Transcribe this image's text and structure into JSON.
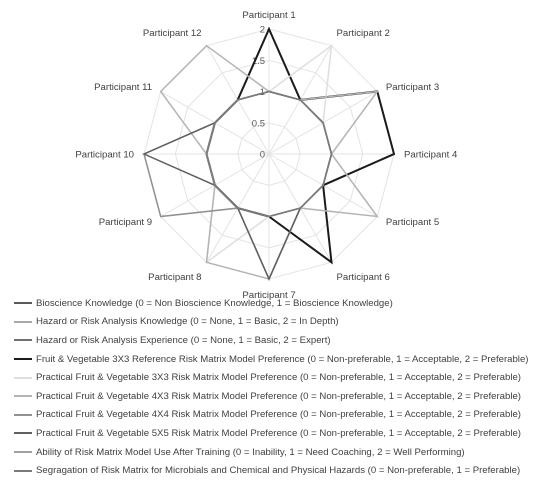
{
  "chart_data": {
    "type": "radar",
    "categories": [
      "Participant 1",
      "Participant 2",
      "Participant 3",
      "Participant 4",
      "Participant 5",
      "Participant 6",
      "Participant 7",
      "Participant 8",
      "Participant 9",
      "Participant 10",
      "Participant 11",
      "Participant 12"
    ],
    "rlim": [
      0,
      2
    ],
    "ticks": [
      "0",
      "0.5",
      "1",
      "1.5",
      "2"
    ],
    "grid": true,
    "legend_position": "bottom",
    "series": [
      {
        "name": "Bioscience Knowledge (0 = Non Bioscience Knowledge, 1 = Bioscience Knowledge)",
        "color": "#5a5a5a",
        "width": 1.5,
        "values": [
          1,
          1,
          1,
          1,
          1,
          1,
          1,
          1,
          1,
          1,
          1,
          1
        ]
      },
      {
        "name": "Hazard or Risk Analysis Knowledge (0 = None, 1 = Basic, 2 = In Depth)",
        "color": "#a8a8a8",
        "width": 1.5,
        "values": [
          1,
          1,
          1,
          1,
          1,
          1,
          1,
          1,
          1,
          1,
          1,
          1
        ]
      },
      {
        "name": "Hazard or Risk Analysis Experience (0 = None, 1 = Basic, 2 = Expert)",
        "color": "#707070",
        "width": 1.5,
        "values": [
          1,
          1,
          1,
          1,
          1,
          1,
          1,
          1,
          1,
          1,
          1,
          1
        ]
      },
      {
        "name": "Fruit & Vegetable 3X3 Reference Risk Matrix Model Preference (0 = Non-preferable, 1 = Acceptable, 2 = Preferable)",
        "color": "#1a1a1a",
        "width": 2,
        "values": [
          2,
          1,
          2,
          2,
          1,
          2,
          1,
          1,
          1,
          1,
          1,
          1
        ]
      },
      {
        "name": "Practical Fruit & Vegetable 3X3 Risk Matrix Model Preference  (0 = Non-preferable, 1 = Acceptable, 2 = Preferable)",
        "color": "#dedede",
        "width": 1.5,
        "values": [
          1,
          2,
          1,
          1,
          1,
          1,
          1,
          2,
          1,
          1,
          1,
          1
        ]
      },
      {
        "name": "Practical Fruit & Vegetable 4X3 Risk Matrix Model Preference  (0 = Non-preferable, 1 = Acceptable, 2 = Preferable)",
        "color": "#b4b4b4",
        "width": 1.5,
        "values": [
          1,
          1,
          2,
          1,
          2,
          1,
          2,
          2,
          1,
          1,
          2,
          2
        ]
      },
      {
        "name": "Practical Fruit & Vegetable 4X4 Risk Matrix Model Preference  (0 = Non-preferable, 1 = Acceptable, 2 = Preferable)",
        "color": "#909090",
        "width": 1.5,
        "values": [
          1,
          1,
          1,
          1,
          1,
          1,
          2,
          1,
          2,
          2,
          1,
          1
        ]
      },
      {
        "name": "Practical Fruit & Vegetable 5X5 Risk Matrix Model Preference  (0 = Non-preferable, 1 = Acceptable, 2 = Preferable)",
        "color": "#606060",
        "width": 1.5,
        "values": [
          1,
          1,
          1,
          1,
          1,
          1,
          2,
          1,
          1,
          2,
          1,
          1
        ]
      },
      {
        "name": "Ability of Risk Matrix Model Use After Training  (0 = Inability, 1 = Need Coaching, 2 = Well Performing)",
        "color": "#a0a0a0",
        "width": 1.5,
        "values": [
          1,
          1,
          1,
          1,
          1,
          1,
          1,
          1,
          1,
          1,
          1,
          1
        ]
      },
      {
        "name": "Segragation of Risk Matrix for Microbials and Chemical and Physical Hazards (0 = Non-preferable, 1 = Preferable)",
        "color": "#7a7a7a",
        "width": 1.5,
        "values": [
          1,
          1,
          1,
          1,
          1,
          1,
          1,
          1,
          1,
          1,
          1,
          1
        ]
      }
    ]
  }
}
